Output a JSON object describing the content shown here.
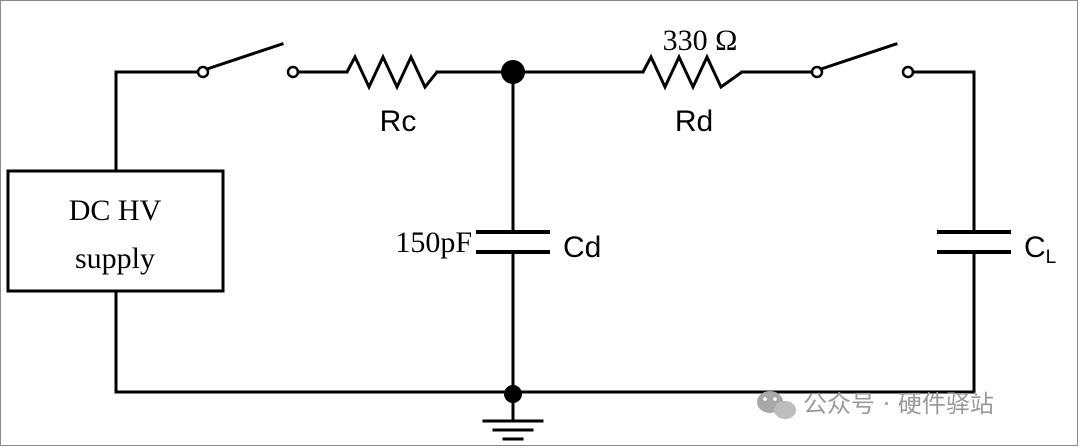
{
  "supply": {
    "line1": "DC HV",
    "line2": "supply"
  },
  "labels": {
    "rc": "Rc",
    "rd": "Rd",
    "rd_value": "330 Ω",
    "cd": "Cd",
    "cd_value": "150pF",
    "cl_main": "C",
    "cl_sub": "L"
  },
  "watermark": {
    "text": "公众号 · 硬件驿站",
    "icon": "wechat-icon"
  }
}
